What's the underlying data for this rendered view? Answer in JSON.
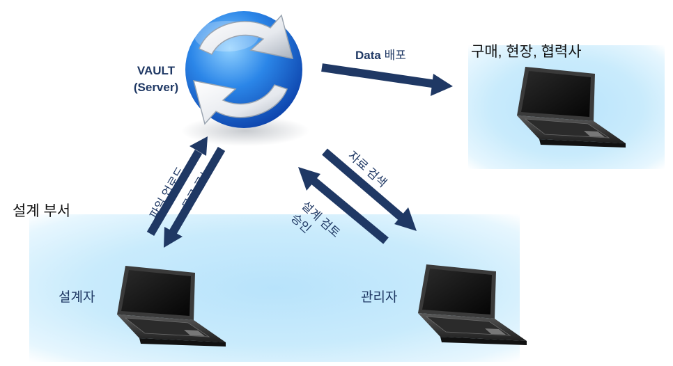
{
  "server": {
    "title_line1": "VAULT",
    "title_line2": "(Server)"
  },
  "groups": {
    "design_dept": "설계 부서",
    "field": "구매, 현장, 협력사"
  },
  "roles": {
    "designer": "설계자",
    "manager": "관리자"
  },
  "arrows": {
    "data_word": "Data",
    "data_rest": "배포",
    "upload": "파일 업로드",
    "edit": "파일 편집",
    "search": "자료 검색",
    "review": "설계 검토",
    "approve": "승인"
  },
  "colors": {
    "arrow": "#1f3864",
    "zone": "#c4e8fb",
    "globe": "#1a6fd6"
  },
  "icons": [
    "sync-globe-icon",
    "laptop-icon"
  ]
}
